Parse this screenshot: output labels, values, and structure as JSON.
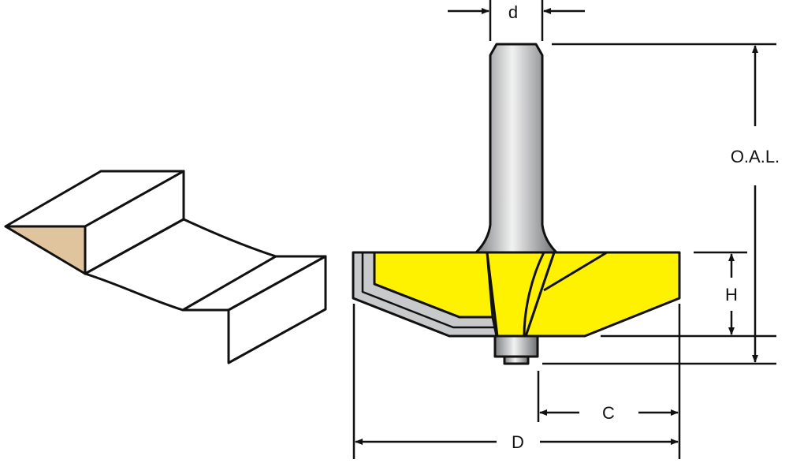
{
  "labels": {
    "shank_diameter": "d",
    "overall_length": "O.A.L.",
    "height": "H",
    "cut_depth": "C",
    "diameter": "D"
  },
  "colors": {
    "cutter": "#fff200",
    "profile": "#e0c49e",
    "steel": "#c8c9cb",
    "line": "#111111"
  }
}
